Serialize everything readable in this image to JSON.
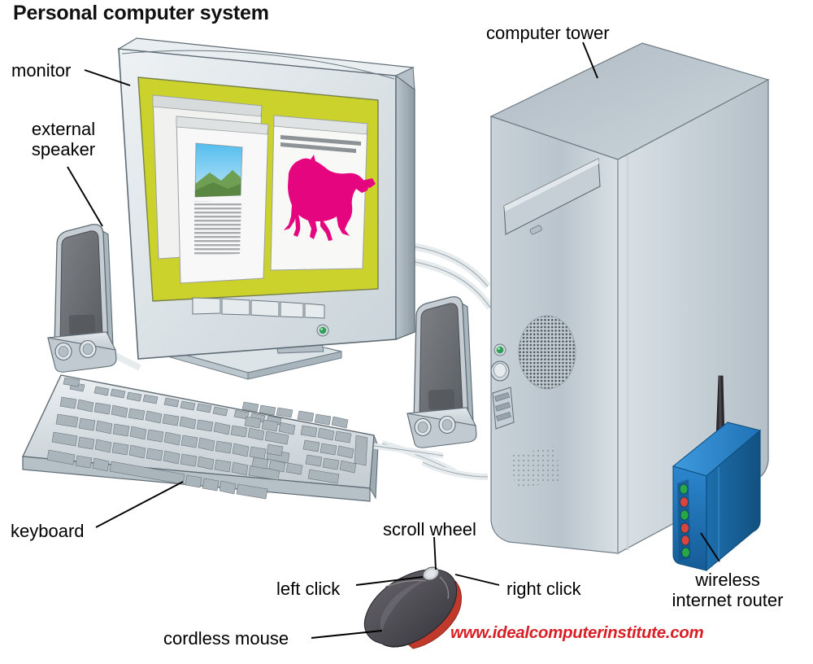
{
  "diagram": {
    "title": "Personal computer system",
    "watermark": "www.idealcomputerinstitute.com",
    "background_color": "#ffffff",
    "label_color": "#000000",
    "watermark_color": "#d81f26",
    "labels": [
      {
        "id": "monitor",
        "text": "monitor"
      },
      {
        "id": "external-speaker",
        "text": "external\nspeaker"
      },
      {
        "id": "keyboard",
        "text": "keyboard"
      },
      {
        "id": "cordless-mouse",
        "text": "cordless mouse"
      },
      {
        "id": "left-click",
        "text": "left click"
      },
      {
        "id": "scroll-wheel",
        "text": "scroll wheel"
      },
      {
        "id": "right-click",
        "text": "right click"
      },
      {
        "id": "computer-tower",
        "text": "computer tower"
      },
      {
        "id": "wireless-internet-router",
        "text": "wireless\ninternet router"
      }
    ],
    "parts": {
      "monitor": {
        "name": "monitor",
        "bezel_color": "#dfe5e8",
        "screen_color": "#cbd22b",
        "power_led_color": "#2f9e56",
        "control_buttons": 5,
        "windows": [
          {
            "name": "document-window-landscape",
            "content": "landscape photo with text lines",
            "photo_sky_color": "#67c3ef",
            "photo_hills_color": "#6f9f53"
          },
          {
            "name": "document-window-horse",
            "content": "magenta galloping horse graphic with two text lines",
            "horse_color": "#e5057f"
          }
        ]
      },
      "external_speaker_left": {
        "name": "external speaker",
        "grille_color": "#6c6f73",
        "base_color": "#c9d2d8",
        "knobs": 2
      },
      "external_speaker_right": {
        "name": "external speaker",
        "grille_color": "#6c6f73",
        "base_color": "#c9d2d8",
        "knobs": 2
      },
      "keyboard": {
        "name": "keyboard",
        "body_color": "#dfe5e8",
        "key_color": "#b9c1c6"
      },
      "cordless_mouse": {
        "name": "cordless mouse",
        "body_color": "#4d4b52",
        "accent_stripe_color": "#c0392b",
        "scroll_wheel_color": "#c9cdd2",
        "buttons": [
          "left click",
          "right click"
        ],
        "has_scroll_wheel": true
      },
      "computer_tower": {
        "name": "computer tower",
        "case_color": "#c3ccd3",
        "top_face_color": "#aab6bf",
        "power_led_color": "#2f9e56",
        "has_optical_drive": true,
        "usb_ports": 3,
        "vent_grille": "elliptical mesh"
      },
      "wireless_internet_router": {
        "name": "wireless internet router",
        "body_color": "#1e72b8",
        "antenna_color": "#231f20",
        "led_count": 6,
        "led_colors": [
          "#27a844",
          "#d9453c",
          "#27a844",
          "#d9453c",
          "#d9453c",
          "#27a844"
        ]
      },
      "cables": {
        "name": "cables",
        "color": "#e3e8eb"
      }
    }
  }
}
